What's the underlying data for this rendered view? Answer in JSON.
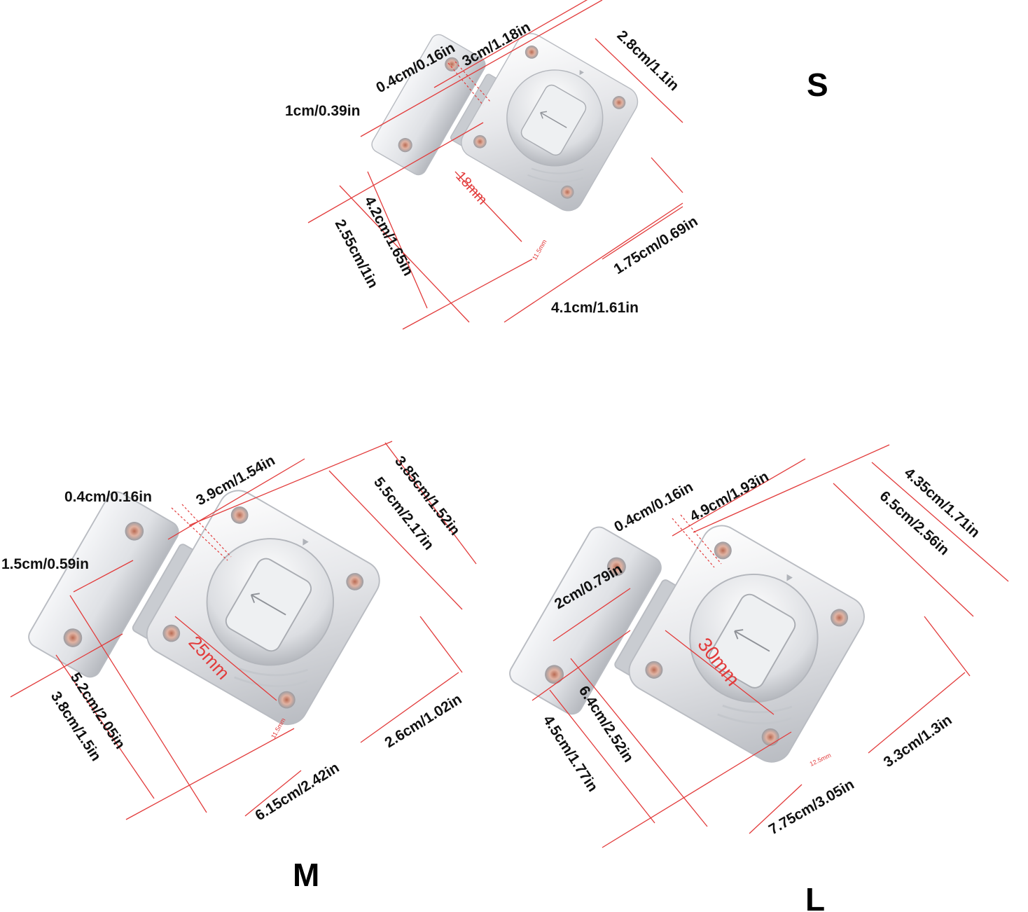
{
  "colors": {
    "dimension_line": "#e23b3b",
    "metal_light": "#f4f5f7",
    "metal_mid": "#d9dbe0",
    "metal_dark": "#a8abb2",
    "screw_hole": "#c98a72",
    "label_text": "#111111"
  },
  "variants": {
    "S": {
      "size_label": "S",
      "dims": {
        "bar_width": "1cm/0.39in",
        "gap": "0.4cm/0.16in",
        "hole_spacing": "3cm/1.18in",
        "plate_height": "2.8cm/1.1in",
        "bar_length": "4.2cm/1.65in",
        "bar_hole_spacing": "2.55cm/1in",
        "plate_lower": "1.75cm/0.69in",
        "total_length": "4.1cm/1.61in",
        "bolt_travel": "18mm",
        "bolt_small": "11.5mm"
      }
    },
    "M": {
      "size_label": "M",
      "dims": {
        "gap": "0.4cm/0.16in",
        "hole_spacing": "3.9cm/1.54in",
        "plate_width": "3.85cm/1.52in",
        "plate_height": "5.5cm/2.17in",
        "bar_width": "1.5cm/0.59in",
        "bar_length": "5.2cm/2.05in",
        "bar_hole_spacing": "3.8cm/1.5in",
        "plate_lower": "2.6cm/1.02in",
        "total_length": "6.15cm/2.42in",
        "bolt_travel": "25mm",
        "bolt_small": "11.5mm"
      }
    },
    "L": {
      "size_label": "L",
      "dims": {
        "gap": "0.4cm/0.16in",
        "hole_spacing": "4.9cm/1.93in",
        "plate_width": "4.35cm/1.71in",
        "plate_height": "6.5cm/2.56in",
        "bar_width": "2cm/0.79in",
        "bar_length": "6.4cm/2.52in",
        "bar_hole_spacing": "4.5cm/1.77in",
        "plate_lower": "3.3cm/1.3in",
        "total_length": "7.75cm/3.05in",
        "bolt_travel": "30mm",
        "bolt_small": "12.5mm"
      }
    }
  }
}
